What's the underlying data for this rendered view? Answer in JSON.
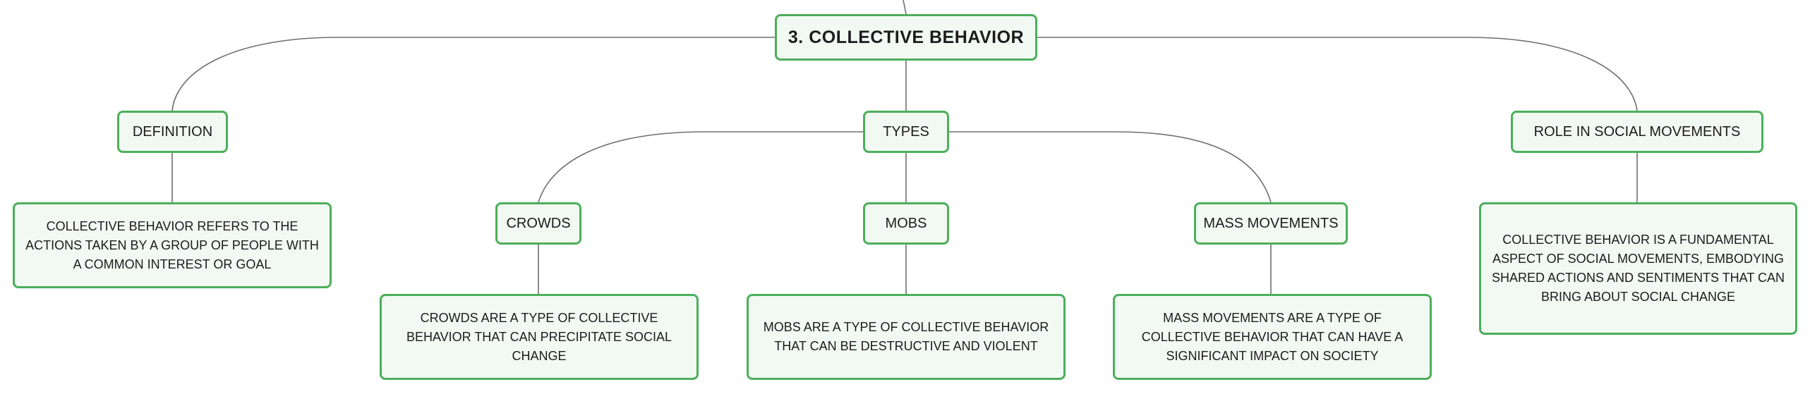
{
  "diagram": {
    "root": "3. COLLECTIVE BEHAVIOR",
    "branches": [
      {
        "label": "DEFINITION",
        "description": "COLLECTIVE BEHAVIOR REFERS TO THE ACTIONS TAKEN BY A GROUP OF PEOPLE WITH A COMMON INTEREST OR GOAL"
      },
      {
        "label": "TYPES",
        "children": [
          {
            "label": "CROWDS",
            "description": "CROWDS ARE A TYPE OF COLLECTIVE BEHAVIOR THAT CAN PRECIPITATE SOCIAL CHANGE"
          },
          {
            "label": "MOBS",
            "description": "MOBS ARE A TYPE OF COLLECTIVE BEHAVIOR THAT CAN BE DESTRUCTIVE AND VIOLENT"
          },
          {
            "label": "MASS MOVEMENTS",
            "description": "MASS MOVEMENTS ARE A TYPE OF COLLECTIVE BEHAVIOR THAT CAN HAVE A SIGNIFICANT IMPACT ON SOCIETY"
          }
        ]
      },
      {
        "label": "ROLE IN SOCIAL MOVEMENTS",
        "description": "COLLECTIVE BEHAVIOR IS A FUNDAMENTAL ASPECT OF SOCIAL MOVEMENTS, EMBODYING SHARED ACTIONS AND SENTIMENTS THAT CAN BRING ABOUT SOCIAL CHANGE"
      }
    ]
  },
  "colors": {
    "node_border": "#4caf5b",
    "node_fill": "#f2f9f3",
    "connector": "#6f6f6f",
    "text": "#1c1c1c"
  }
}
